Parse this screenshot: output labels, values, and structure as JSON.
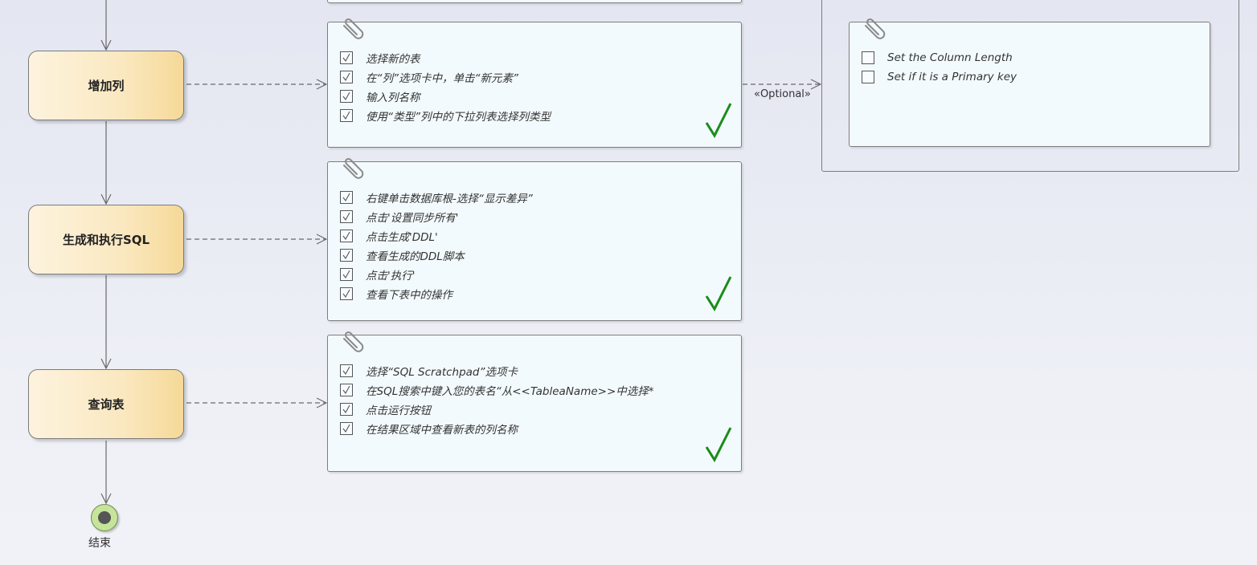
{
  "actions": {
    "add_column": "增加列",
    "generate_sql": "生成和执行SQL",
    "query_table": "查询表"
  },
  "final_node": {
    "label": "结束"
  },
  "notes": {
    "add_column": {
      "items": [
        "选择新的表",
        "在“列”选项卡中，单击“新元素”",
        "输入列名称",
        "使用“类型”列中的下拉列表选择列类型"
      ],
      "checked": true
    },
    "generate_sql": {
      "items": [
        "右键单击数据库根-选择“显示差异”",
        "点击'设置同步所有'",
        "点击生成'DDL'",
        "查看生成的DDL脚本",
        "点击'执行'",
        "查看下表中的操作"
      ],
      "checked": true
    },
    "query_table": {
      "items": [
        "选择“SQL Scratchpad”选项卡",
        "在SQL搜索中键入您的表名“从<<TableaName>>中选择*",
        "点击运行按钮",
        "在结果区域中查看新表的列名称"
      ],
      "checked": true
    },
    "optional": {
      "items": [
        "Set the Column Length",
        "Set if it is a Primary key"
      ],
      "checked": false
    }
  },
  "connectors": {
    "optional_stereotype": "«Optional»"
  },
  "colors": {
    "check": "#1a8c1a",
    "line": "#6a6a6a",
    "action_fill": "#fae8c0",
    "note_fill": "#f3fafd"
  }
}
